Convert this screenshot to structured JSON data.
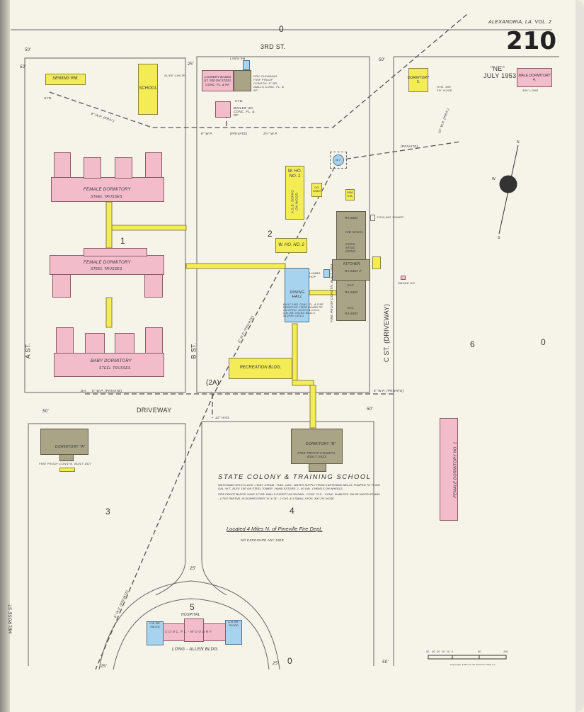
{
  "header": {
    "place": "ALEXANDRIA, LA. VOL. 2",
    "sheet_number": "210",
    "section": "\"NE\"",
    "date": "JULY 1953"
  },
  "streets": {
    "third": "3RD ST.",
    "a": "A ST.",
    "b": "B ST.",
    "c": "C ST. (DRIVEWAY)",
    "driveway": "DRIVEWAY",
    "melrose": "MELROSE ST."
  },
  "blocks": {
    "b1": "1",
    "b2": "2",
    "b2a": "(2A)",
    "b3": "3",
    "b4": "4",
    "b5": "5",
    "b6": "6"
  },
  "zero_marks": [
    "0",
    "0",
    "0"
  ],
  "widths": [
    "50'",
    "50'",
    "25'",
    "50'",
    "50'",
    "25'",
    "25'",
    "50'",
    "50'",
    "25'"
  ],
  "buildings": {
    "sewing": "SEWING RM.",
    "school": "SCHOOL",
    "slide": "SLIDE CHUTE",
    "linen": "LINEN RM.",
    "laundry": "LAUNDRY BASED ST. 200 ON STEEL CONC. FL. & RF.",
    "dry_cleaning": "DRY CLEANING FIRE PROOF CONSTN. 8\" BR. WALLS CONC. FL. & RF.",
    "boiler": "BOILER HO. CONC. FL. & RF.",
    "female_dorm_1": "FEMALE DORMITORY",
    "female_dorm_1_sub": "STEEL TRUSSES",
    "female_dorm_2": "FEMALE DORMITORY",
    "female_dorm_2_sub": "STEEL TRUSSES",
    "baby_dorm": "BABY DORMITORY",
    "baby_dorm_sub": "STEEL TRUSSES",
    "wt": "W.T.",
    "who1": "W. HO. NO. 1",
    "who1_sub": "A.S.B. SIDING ON WOOD",
    "oil": "OIL SHED",
    "fire_sta": "FIRE STA.",
    "cooling": "COOLING TOWER",
    "who2": "W. HO. NO. 2",
    "ice": "ICE MACH.",
    "cold": "COLD STGE. CONC.",
    "kitchen": "KITCHEN",
    "raised1": "RAISED",
    "raised2": "RAISED 4'",
    "raised3": "RAISED",
    "raised4": "RAISED",
    "vac": "VAC.",
    "plumbing": "PLUMBG. SHOP",
    "dining": "DINING HALL",
    "dining_sub": "BUILT 1953 CONC. FL. & FIRE RESISTIVE FIBER BOARD RF. ON STEEL JOISTS & COLS. C.B. BR. FACED WALLS SLOPED CEILG.",
    "fireproof_kitchen": "FIRE PROOF CONSTN. BUILT 1953",
    "smoke": "SMOKE HO.",
    "recreation": "RECREATION BLDG.",
    "dorm_b": "DORMITORY \"B\"",
    "dorm_b_sub": "FIRE PROOF CONSTN. BUILT 1923",
    "dorm_a": "DORMITORY \"A\"",
    "dorm_a_sub": "FIRE PROOF CONSTN. BUILT 1927",
    "dorm_5": "DORMITORY 5.",
    "male_dorm": "MALE DORMITORY 4.",
    "male_dorm_sub": "300' LONG",
    "hyd_hose": "HYD. 300' 2½\" HOSE",
    "female_dorm_no1": "FEMALE DORMITORY NO. 1",
    "hospital": "HOSPITAL",
    "hospital_mid": "C O N C. F L. - W O O D  R F.",
    "cb_faced_l": "C.B. BR. FACED",
    "cb_faced_r": "C.B. BR. FACED",
    "long_allen": "LONG - ALLEN BLDG."
  },
  "pipes": {
    "p1": "8\" W.P. (PRIV.)",
    "p2": "8\" W.P.",
    "p3": "(PRIVATE)",
    "p4": "2½\" W.P.",
    "p5": "(PRIVATE)",
    "p6": "10\" W.P. (PRIV.)",
    "p7": "8\" W.P. (PRIVATE)",
    "p8": "8\" W.P. (PRIVATE)",
    "p9": "8\" W.P. (PRIVATE)",
    "p10": "8\" W.P. (PRIVATE)",
    "hyd1": "HYD.",
    "hyd2": "HYD.",
    "hyd3": "DH.",
    "hyd4": "12\" HYD."
  },
  "notes": {
    "title": "STATE COLONY & TRAINING SCHOOL",
    "line1": "WATCHMAN WITH CLOCK - HEAT: STEAM - FUEL: GAS - WATER SUPPLY FROM 5 ARTESIAN WELLS, PUMPED TO 75,000 GAL. W.T., ELEV. 100' ON STEEL TOWER - HAND EXTGRS. 2 - 40 GAL. CHEM'LS ON WHEELS.",
    "line2": "FIRE PROOF BLDGS. HAVE 12\" BR. WALLS EXCEPT AS SHOWN - CONC. FLS. - CONC. SLAB RFS. FALSE WOOD RF. ABV. - 4 TILE PARTNS. IN DORMITORIES \"A\" & \"B\" - 2 CHS. & 3 SMALL HYDS. 300' 2½\" HOSE.",
    "located": "Located 4 Miles N. of Pineville Fire Dept.",
    "exposure": "NO EXPOSURE ANY SIDE"
  },
  "scale": {
    "labels": [
      "50",
      "40",
      "30",
      "20",
      "10",
      "0",
      "50",
      "100"
    ],
    "copyright": "Copyright 1953 by the Sanborn Map Co."
  },
  "compass": {
    "n": "N",
    "w": "W",
    "s": "S"
  },
  "colors": {
    "brick": "#f3bccb",
    "frame": "#f4ec55",
    "fireproof": "#a9a485",
    "stone": "#a7d3ee"
  }
}
